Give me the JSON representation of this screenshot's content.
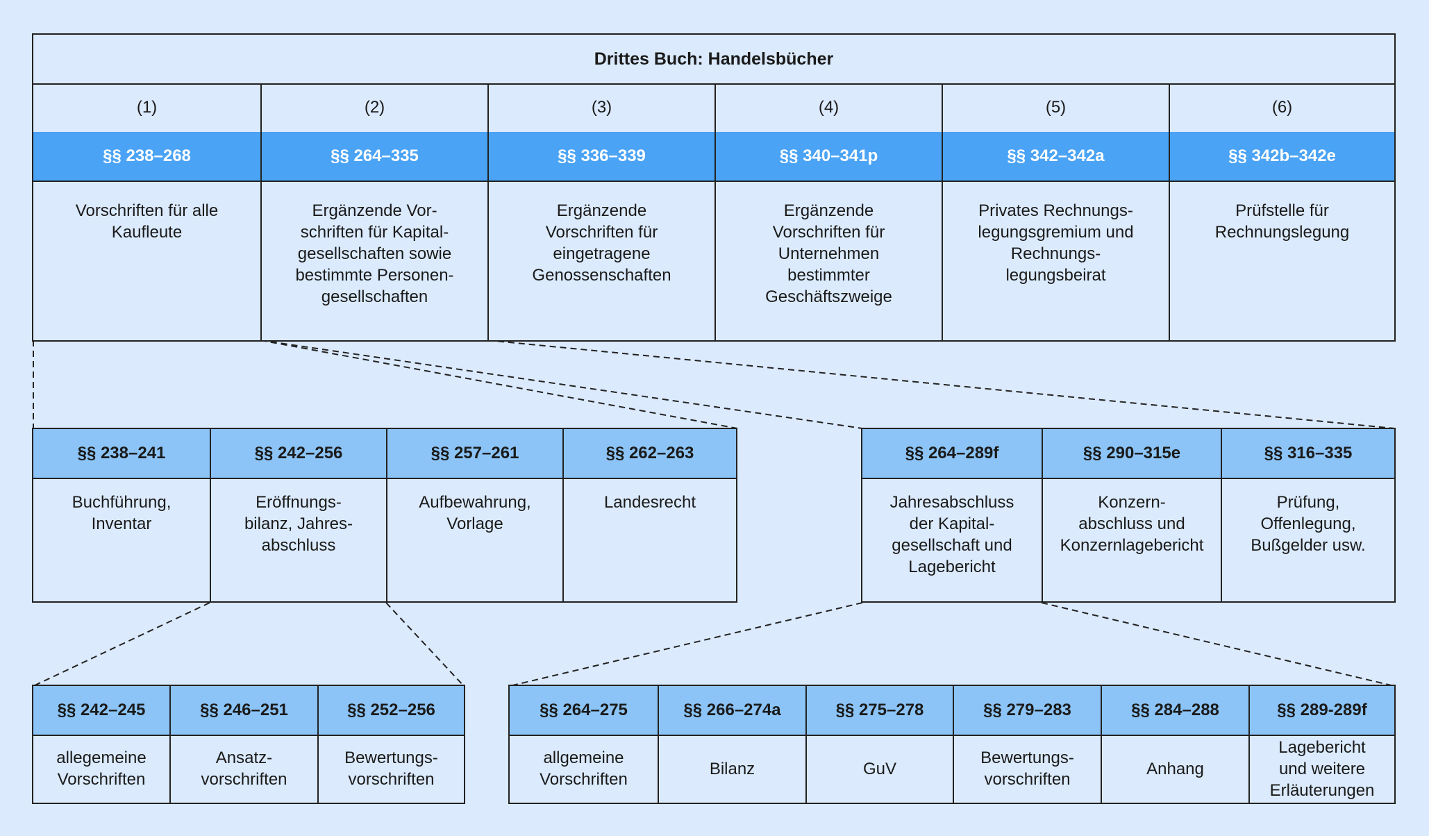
{
  "top": {
    "title": "Drittes Buch: Handelsbücher",
    "columns": [
      {
        "num": "(1)",
        "sections": "§§ 238–268",
        "desc": "Vorschriften für alle\nKaufleute"
      },
      {
        "num": "(2)",
        "sections": "§§ 264–335",
        "desc": "Ergänzende Vor-\nschriften für Kapital-\ngesellschaften sowie\nbestimmte Personen-\ngesellschaften"
      },
      {
        "num": "(3)",
        "sections": "§§ 336–339",
        "desc": "Ergänzende\nVorschriften für\neingetragene\nGenossenschaften"
      },
      {
        "num": "(4)",
        "sections": "§§ 340–341p",
        "desc": "Ergänzende\nVorschriften für\nUnternehmen\nbestimmter\nGeschäftszweige"
      },
      {
        "num": "(5)",
        "sections": "§§ 342–342a",
        "desc": "Privates Rechnungs-\nlegungsgremium und\nRechnungs-\nlegungsbeirat"
      },
      {
        "num": "(6)",
        "sections": "§§ 342b–342e",
        "desc": "Prüfstelle für\nRechnungslegung"
      }
    ]
  },
  "mid_left": {
    "columns": [
      {
        "sections": "§§ 238–241",
        "desc": "Buchführung,\nInventar"
      },
      {
        "sections": "§§ 242–256",
        "desc": "Eröffnungs-\nbilanz, Jahres-\nabschluss"
      },
      {
        "sections": "§§ 257–261",
        "desc": "Aufbewahrung,\nVorlage"
      },
      {
        "sections": "§§ 262–263",
        "desc": "Landesrecht"
      }
    ]
  },
  "mid_right": {
    "columns": [
      {
        "sections": "§§ 264–289f",
        "desc": "Jahresabschluss\nder Kapital-\ngesellschaft und\nLagebericht"
      },
      {
        "sections": "§§ 290–315e",
        "desc": "Konzern-\nabschluss und\nKonzernlagebericht"
      },
      {
        "sections": "§§ 316–335",
        "desc": "Prüfung,\nOffenlegung,\nBußgelder usw."
      }
    ]
  },
  "bottom_left": {
    "columns": [
      {
        "sections": "§§ 242–245",
        "desc": "allegemeine\nVorschriften"
      },
      {
        "sections": "§§ 246–251",
        "desc": "Ansatz-\nvorschriften"
      },
      {
        "sections": "§§ 252–256",
        "desc": "Bewertungs-\nvorschriften"
      }
    ]
  },
  "bottom_right": {
    "columns": [
      {
        "sections": "§§ 264–275",
        "desc": "allgemeine\nVorschriften"
      },
      {
        "sections": "§§ 266–274a",
        "desc": "Bilanz"
      },
      {
        "sections": "§§ 275–278",
        "desc": "GuV"
      },
      {
        "sections": "§§ 279–283",
        "desc": "Bewertungs-\nvorschriften"
      },
      {
        "sections": "§§ 284–288",
        "desc": "Anhang"
      },
      {
        "sections": "§§ 289-289f",
        "desc": "Lagebericht\nund weitere\nErläuterungen"
      }
    ]
  },
  "colors": {
    "background": "#dbeafc",
    "header_dark": "#4aa3f5",
    "header_light": "#8cc4f7",
    "border": "#222222"
  }
}
